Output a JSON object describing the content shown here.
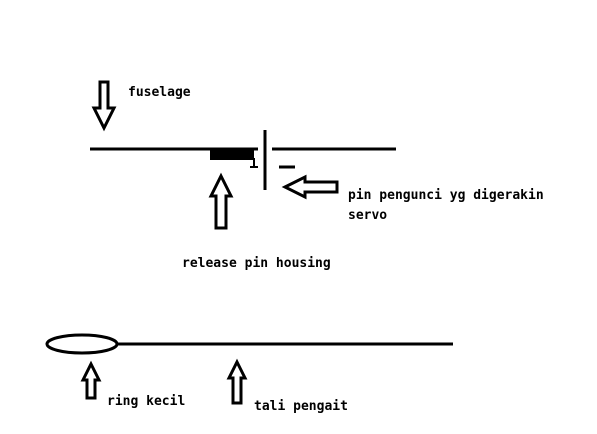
{
  "labels": {
    "fuselage": "fuselage",
    "pin_line1": "pin pengunci yg digerakin",
    "pin_line2": "servo",
    "release_pin_housing": "release pin housing",
    "ring_kecil": "ring kecil",
    "tali_pengait": "tali pengait"
  },
  "colors": {
    "ink": "#000000",
    "background": "#ffffff"
  }
}
